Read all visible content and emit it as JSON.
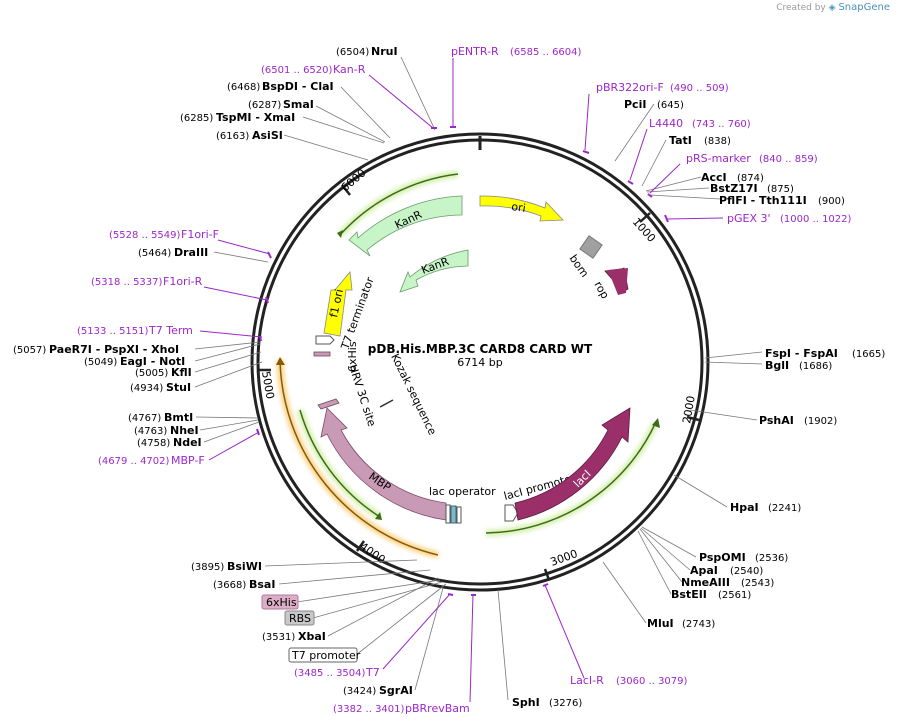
{
  "credit": {
    "prefix": "Created by",
    "brand": "SnapGene"
  },
  "plasmid": {
    "name": "pDB.His.MBP.3C CARD8 CARD WT",
    "length": "6714 bp"
  },
  "ticks": [
    "1000",
    "2000",
    "3000",
    "4000",
    "5000",
    "6000"
  ],
  "sites": [
    {
      "name": "NruI",
      "pos": "(6504)"
    },
    {
      "name": "BspDI  - ClaI",
      "pos": "(6468)"
    },
    {
      "name": "SmaI",
      "pos": "(6287)"
    },
    {
      "name": "TspMI  - XmaI",
      "pos": "(6285)"
    },
    {
      "name": "AsiSI",
      "pos": "(6163)"
    },
    {
      "name": "DraIII",
      "pos": "(5464)"
    },
    {
      "name": "PaeR7I  - PspXI  - XhoI",
      "pos": "(5057)"
    },
    {
      "name": "EagI  - NotI",
      "pos": "(5049)"
    },
    {
      "name": "KflI",
      "pos": "(5005)"
    },
    {
      "name": "StuI",
      "pos": "(4934)"
    },
    {
      "name": "BmtI",
      "pos": "(4767)"
    },
    {
      "name": "NheI",
      "pos": "(4763)"
    },
    {
      "name": "NdeI",
      "pos": "(4758)"
    },
    {
      "name": "BsiWI",
      "pos": "(3895)"
    },
    {
      "name": "BsaI",
      "pos": "(3668)"
    },
    {
      "name": "XbaI",
      "pos": "(3531)"
    },
    {
      "name": "SgrAI",
      "pos": "(3424)"
    },
    {
      "name": "SphI",
      "pos": "(3276)"
    },
    {
      "name": "PciI",
      "pos": "(645)"
    },
    {
      "name": "TatI",
      "pos": "(838)"
    },
    {
      "name": "AccI",
      "pos": "(874)"
    },
    {
      "name": "BstZ17I",
      "pos": "(875)"
    },
    {
      "name": "PflFI  - Tth111I",
      "pos": "(900)"
    },
    {
      "name": "FspI  - FspAI",
      "pos": "(1665)"
    },
    {
      "name": "BglI",
      "pos": "(1686)"
    },
    {
      "name": "PshAI",
      "pos": "(1902)"
    },
    {
      "name": "HpaI",
      "pos": "(2241)"
    },
    {
      "name": "PspOMI",
      "pos": "(2536)"
    },
    {
      "name": "ApaI",
      "pos": "(2540)"
    },
    {
      "name": "NmeAIII",
      "pos": "(2543)"
    },
    {
      "name": "BstEII",
      "pos": "(2561)"
    },
    {
      "name": "MluI",
      "pos": "(2743)"
    }
  ],
  "primers": [
    {
      "name": "pENTR-R",
      "pos": "(6585 .. 6604)"
    },
    {
      "name": "Kan-R",
      "pos": "(6501 .. 6520)"
    },
    {
      "name": "pBR322ori-F",
      "pos": "(490 .. 509)"
    },
    {
      "name": "L4440",
      "pos": "(743 .. 760)"
    },
    {
      "name": "pRS-marker",
      "pos": "(840 .. 859)"
    },
    {
      "name": "pGEX 3'",
      "pos": "(1000 .. 1022)"
    },
    {
      "name": "F1ori-F",
      "pos": "(5528 .. 5549)"
    },
    {
      "name": "F1ori-R",
      "pos": "(5318 .. 5337)"
    },
    {
      "name": "T7 Term",
      "pos": "(5133 .. 5151)"
    },
    {
      "name": "MBP-F",
      "pos": "(4679 .. 4702)"
    },
    {
      "name": "T7",
      "pos": "(3485 .. 3504)"
    },
    {
      "name": "pBRrevBam",
      "pos": "(3382 .. 3401)"
    },
    {
      "name": "LacI-R",
      "pos": "(3060 .. 3079)"
    }
  ],
  "boxed": [
    {
      "name": "6xHis"
    },
    {
      "name": "RBS"
    },
    {
      "name": "T7 promoter"
    }
  ],
  "features": {
    "ori": "ori",
    "bom": "bom",
    "rop": "rop",
    "kanr_outer": "KanR",
    "kanr_inner": "KanR",
    "f1ori": "f1 ori",
    "t7term": "T7 terminator",
    "his": "6xHis",
    "kozak": "Kozak sequence",
    "hrv": "HRV 3C site",
    "mbp": "MBP",
    "lacop": "lac operator",
    "lacprom": "lacI promoter",
    "laci": "lacI"
  },
  "colors": {
    "enzyme": "#000000",
    "primer": "#9c27c9",
    "ori": "#ffff00",
    "kanr": "#c8f5c8",
    "f1ori": "#ffff00",
    "mbp": "#c99ab6",
    "laci": "#9a2f6a",
    "rop": "#9a2f6a",
    "bom": "#a0a0a0",
    "orf_green": "#8ed24a",
    "orf_orange": "#f5a623"
  }
}
